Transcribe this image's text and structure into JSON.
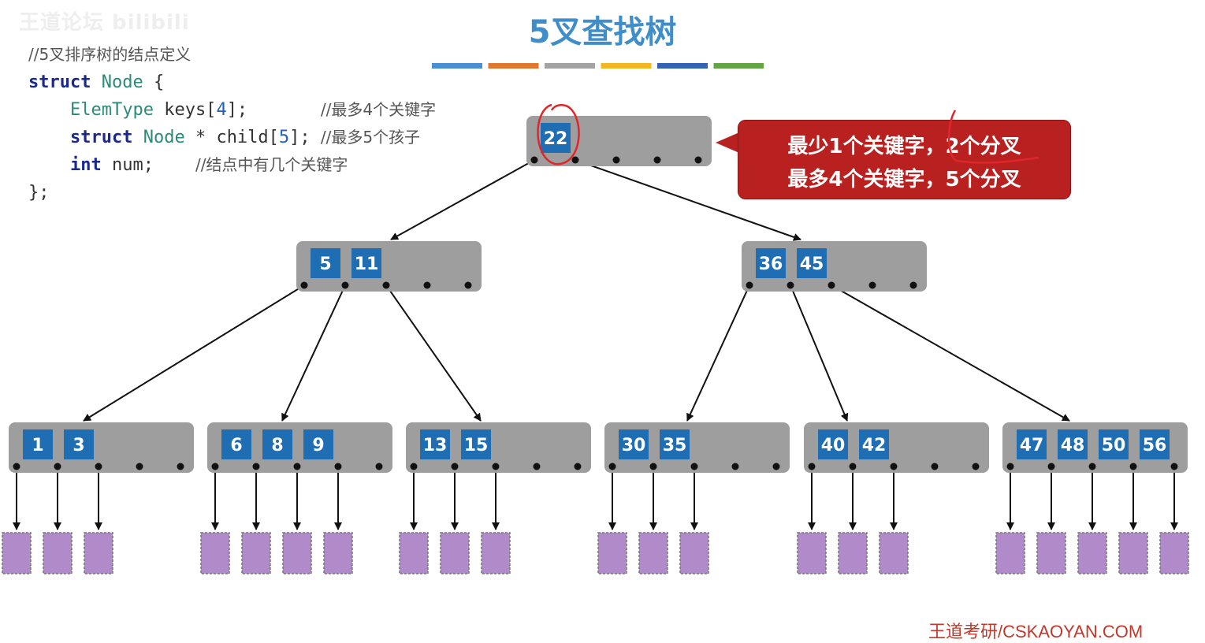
{
  "watermark": "王道论坛 bilibili",
  "title": "5叉查找树",
  "colors": {
    "accent_strip": [
      "#4a8fd1",
      "#e0782f",
      "#a3a3a3",
      "#f2b824",
      "#3463b3",
      "#63a643"
    ],
    "node_bg": "#9e9e9e",
    "key_bg": "#1f6db3",
    "leaf_bg": "#b08ac9",
    "callout_bg": "#b82120",
    "annotation": "#e0262a"
  },
  "code": {
    "comment_title": "//5叉排序树的结点定义",
    "kw_struct": "struct",
    "type_node": "Node",
    "open_brace": "{",
    "line1_type": "ElemType",
    "line1_decl": "keys[",
    "line1_num": "4",
    "line1_end": "];",
    "line1_comment": "//最多4个关键字",
    "line2_kw": "struct",
    "line2_type": "Node",
    "line2_decl": "* child[",
    "line2_num": "5",
    "line2_end": "];",
    "line2_comment": "//最多5个孩子",
    "line3_kw": "int",
    "line3_decl": "num;",
    "line3_comment": "//结点中有几个关键字",
    "close": "};"
  },
  "callout": {
    "line1": "最少1个关键字，2个分叉",
    "line2": "最多4个关键字，5个分叉"
  },
  "tree": {
    "root": {
      "keys": [
        "22"
      ]
    },
    "level1": [
      {
        "keys": [
          "5",
          "11"
        ]
      },
      {
        "keys": [
          "36",
          "45"
        ]
      }
    ],
    "level2": [
      {
        "keys": [
          "1",
          "3"
        ]
      },
      {
        "keys": [
          "6",
          "8",
          "9"
        ]
      },
      {
        "keys": [
          "13",
          "15"
        ]
      },
      {
        "keys": [
          "30",
          "35"
        ]
      },
      {
        "keys": [
          "40",
          "42"
        ]
      },
      {
        "keys": [
          "47",
          "48",
          "50",
          "56"
        ]
      }
    ]
  },
  "footer": "王道考研/CSKAOYAN.COM"
}
